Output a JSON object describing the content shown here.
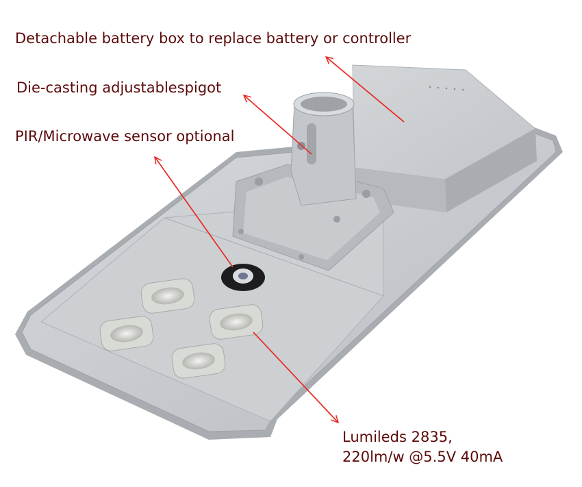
{
  "annotations": {
    "battery_box": "Detachable battery box to replace battery or controller",
    "spigot": "Die-casting adjustablespigot",
    "sensor": "PIR/Microwave sensor optional",
    "leds_line1": "Lumileds 2835,",
    "leds_line2": "220lm/w @5.5V 40mA"
  },
  "colors": {
    "text": "#5c0a0a",
    "arrow": "#e8302a",
    "body": "#c9ccd0"
  }
}
